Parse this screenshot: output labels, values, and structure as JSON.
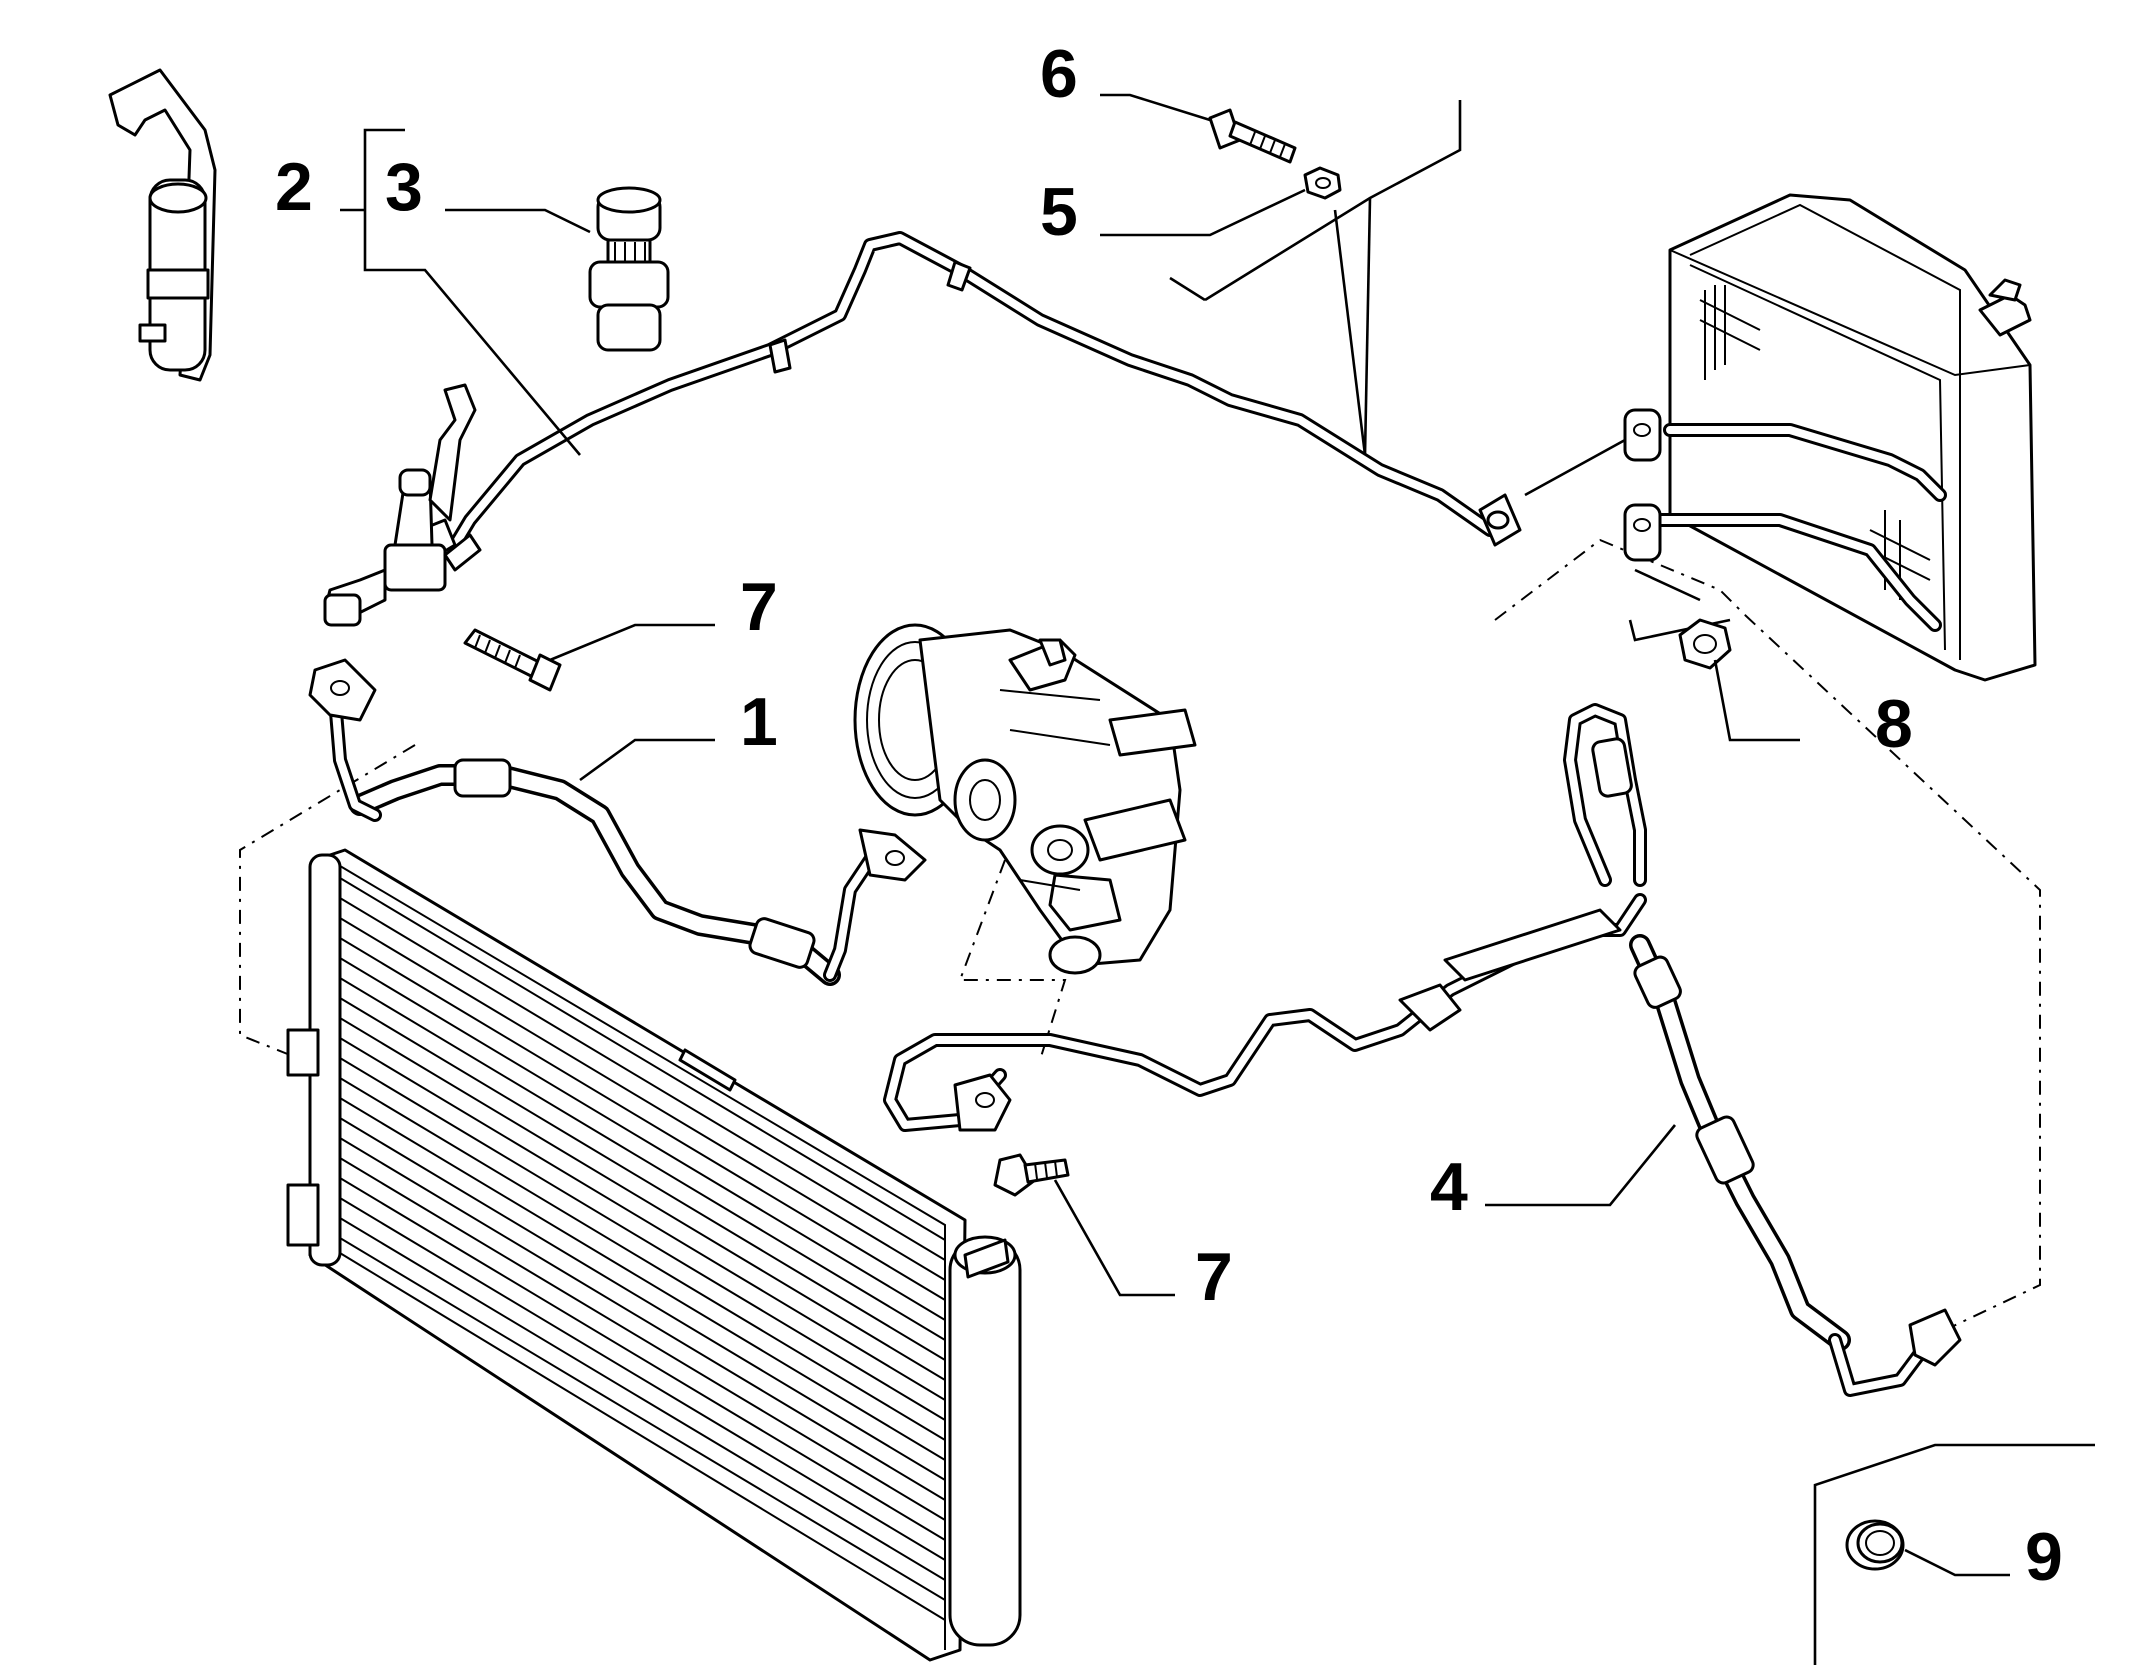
{
  "callouts": {
    "c1": "1",
    "c2": "2",
    "c3": "3",
    "c4": "4",
    "c5": "5",
    "c6": "6",
    "c7a": "7",
    "c7b": "7",
    "c8": "8",
    "c9": "9"
  },
  "colors": {
    "line": "#000000",
    "background": "#ffffff"
  }
}
